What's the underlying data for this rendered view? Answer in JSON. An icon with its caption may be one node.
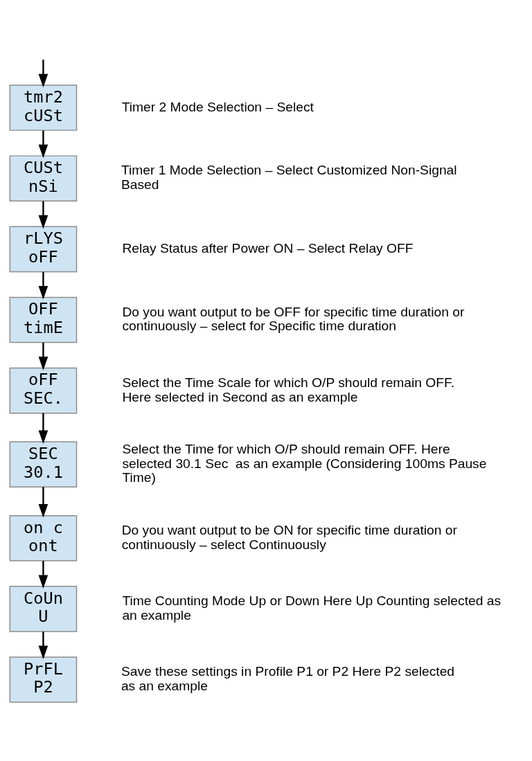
{
  "diagram": {
    "nodes": [
      {
        "text": [
          "tmr2",
          "cUSt"
        ],
        "beside": [
          "Timer 2 Mode Selection – Select"
        ]
      },
      {
        "text": [
          "CUSt",
          "nSi"
        ],
        "beside": [
          "Timer 1 Mode Selection – Select Customized Non-Signal Based"
        ]
      },
      {
        "text": [
          "rLYS",
          "oFF"
        ],
        "beside": [
          "Relay Status after Power ON – Select Relay OFF"
        ]
      },
      {
        "text": [
          "OFF",
          "timE"
        ],
        "beside": [
          "Do you want output to be OFF for specific time duration or continuously – select for Specific time duration"
        ]
      },
      {
        "text": [
          "oFF",
          "SEC."
        ],
        "beside": [
          "Select the Time Scale for which O/P should remain OFF. Here selected in Second as an example"
        ]
      },
      {
        "text": [
          "SEC",
          "30.1"
        ],
        "beside": [
          "Select the Time for which O/P should remain OFF. Here selected 30.1 Sec  as an example (Considering 100ms Pause Time)"
        ]
      },
      {
        "text": [
          "on c",
          "ont"
        ],
        "beside": [
          "Do you want output to be ON for specific time duration or continuously – select Continuously"
        ]
      },
      {
        "text": [
          "CoUn",
          "U"
        ],
        "beside": [
          "Time Counting Mode Up or Down Here Up Counting selected as an example"
        ]
      },
      {
        "text": [
          "PrFL",
          "P2"
        ],
        "beside": [
          "Save these settings in Profile P1 or P2 Here P2 selected as an example"
        ]
      }
    ],
    "edges": [
      {
        "from": null,
        "to": 0,
        "arrow": "to"
      },
      {
        "from": 0,
        "to": 1,
        "arrow": "to"
      },
      {
        "from": 1,
        "to": 2,
        "arrow": "to"
      },
      {
        "from": 2,
        "to": 3,
        "arrow": "to"
      },
      {
        "from": 3,
        "to": 4,
        "arrow": "to"
      },
      {
        "from": 4,
        "to": 5,
        "arrow": "to"
      },
      {
        "from": 5,
        "to": 6,
        "arrow": "to"
      },
      {
        "from": 6,
        "to": 7,
        "arrow": "to"
      },
      {
        "from": 7,
        "to": 8,
        "arrow": "to"
      }
    ]
  }
}
